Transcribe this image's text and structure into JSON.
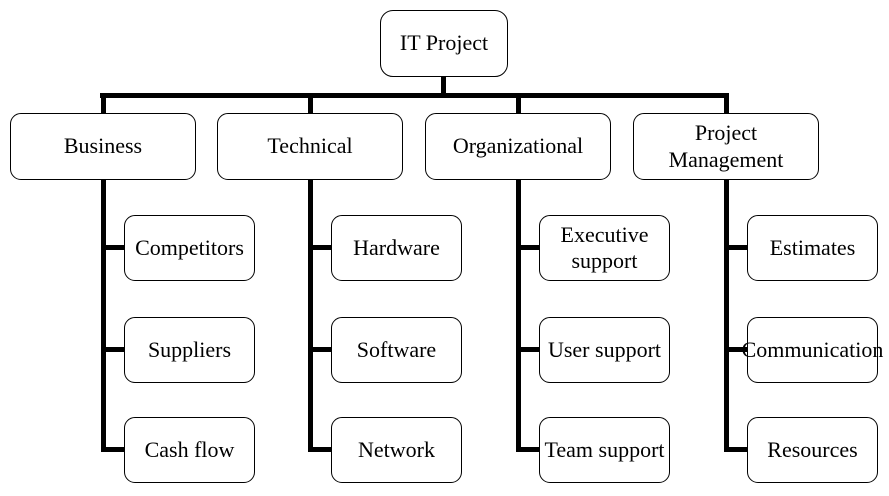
{
  "diagram": {
    "root": {
      "label": "IT Project"
    },
    "branches": [
      {
        "label": "Business",
        "children": [
          "Competitors",
          "Suppliers",
          "Cash flow"
        ]
      },
      {
        "label": "Technical",
        "children": [
          "Hardware",
          "Software",
          "Network"
        ]
      },
      {
        "label": "Organizational",
        "children": [
          "Executive support",
          "User support",
          "Team support"
        ]
      },
      {
        "label": "Project Management",
        "children": [
          "Estimates",
          "Communication",
          "Resources"
        ]
      }
    ],
    "colors": {
      "line": "#000000",
      "border": "#000000",
      "text": "#000000",
      "background": "#ffffff"
    }
  }
}
